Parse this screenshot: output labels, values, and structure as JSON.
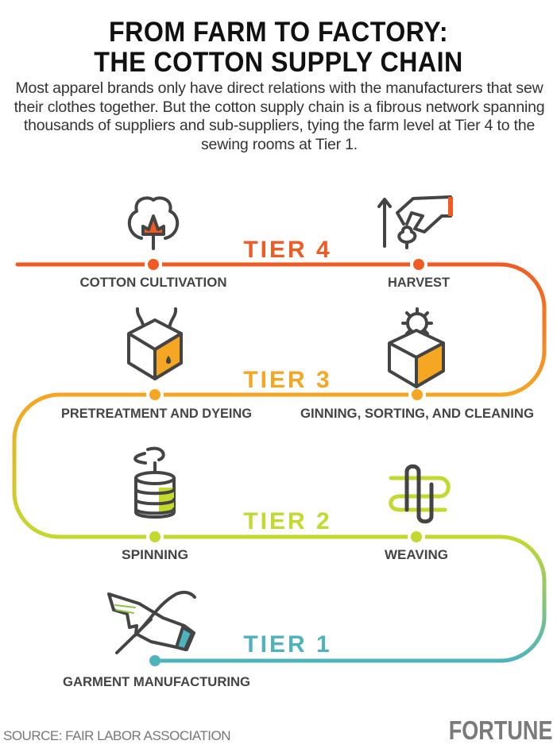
{
  "header": {
    "title_line1": "FROM FARM TO FACTORY:",
    "title_line2": "THE COTTON SUPPLY CHAIN",
    "intro": "Most apparel brands only have direct relations with the manufacturers that sew their clothes together. But the cotton supply chain is a fibrous network spanning thousands of suppliers and sub-suppliers, tying the farm level at Tier 4 to the sewing rooms at Tier 1."
  },
  "tiers": [
    {
      "label": "TIER 4",
      "color": "#f15a22",
      "stages": [
        "COTTON CULTIVATION",
        "HARVEST"
      ]
    },
    {
      "label": "TIER 3",
      "color": "#f5a623",
      "stages": [
        "PRETREATMENT AND DYEING",
        "GINNING, SORTING, AND CLEANING"
      ]
    },
    {
      "label": "TIER 2",
      "color": "#c3d92e",
      "stages": [
        "SPINNING",
        "WEAVING"
      ]
    },
    {
      "label": "TIER 1",
      "color": "#4fb3bd",
      "stages": [
        "GARMENT MANUFACTURING"
      ]
    }
  ],
  "footer": {
    "source": "SOURCE: FAIR LABOR ASSOCIATION",
    "logo": "FORTUNE"
  }
}
